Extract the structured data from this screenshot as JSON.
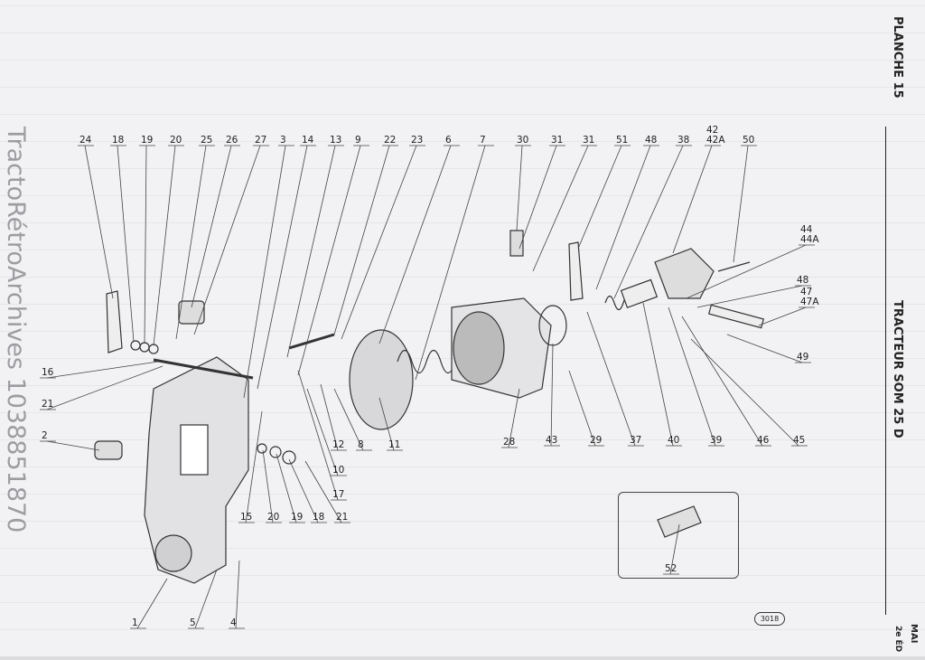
{
  "header": {
    "plate": "PLANCHE 15",
    "title": "TRACTEUR SOM 25 D",
    "edge_top": "MAI",
    "edge_bottom": "2e ÉD"
  },
  "watermark": "TractoRétroArchives 1038851870",
  "page_badge": "3018",
  "callouts": [
    "24",
    "18",
    "19",
    "20",
    "25",
    "26",
    "27",
    "3",
    "14",
    "13",
    "9",
    "22",
    "23",
    "6",
    "7",
    "30",
    "31",
    "31",
    "51",
    "48",
    "38",
    "42\n42A",
    "50",
    "44\n44A",
    "48",
    "47\n47A",
    "49",
    "45",
    "46",
    "39",
    "40",
    "37",
    "29",
    "43",
    "28",
    "11",
    "8",
    "12",
    "10",
    "17",
    "21",
    "18",
    "19",
    "20",
    "15",
    "16",
    "21",
    "2",
    "1",
    "5",
    "4",
    "52"
  ]
}
